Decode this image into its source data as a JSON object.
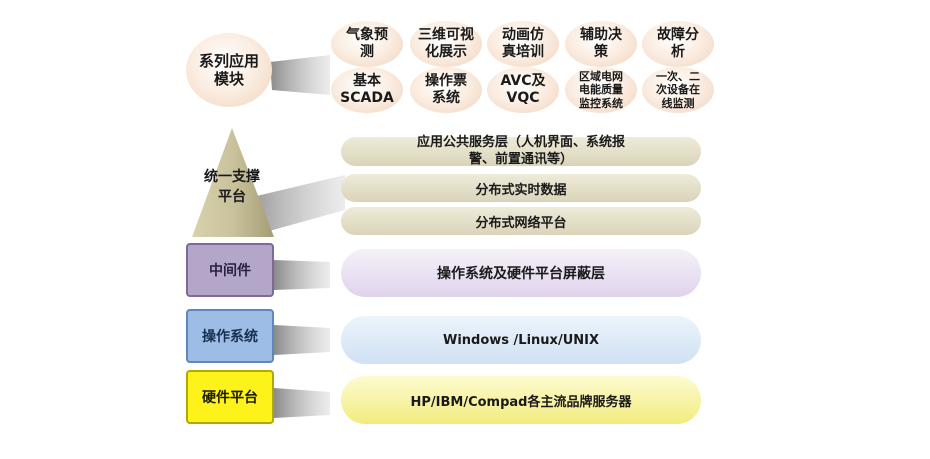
{
  "module_label": "系列应用\n模块",
  "apps": [
    "气象预\n测",
    "三维可视\n化展示",
    "动画仿\n真培训",
    "辅助决\n策",
    "故障分\n析",
    "基本\nSCADA",
    "操作票\n系统",
    "AVC及\nVQC",
    "区域电网\n电能质量\n监控系统",
    "一次、二\n次设备在\n线监测"
  ],
  "support_label": "统一支撑\n平台",
  "support_layers": [
    "应用公共服务层（人机界面、系统报\n警、前置通讯等）",
    "分布式实时数据",
    "分布式网络平台"
  ],
  "middleware_label": "中间件",
  "middleware_layer": "操作系统及硬件平台屏蔽层",
  "os_label": "操作系统",
  "os_layer": "Windows /Linux/UNIX",
  "hardware_label": "硬件平台",
  "hardware_layer": "HP/IBM/Compad各主流品牌服务器",
  "colors": {
    "support_bar": "#e3dfc7",
    "middleware": "#b4a6c9",
    "os": "#9dbde6",
    "hardware": "#fdf219",
    "pyramid": "#bdb68f"
  }
}
